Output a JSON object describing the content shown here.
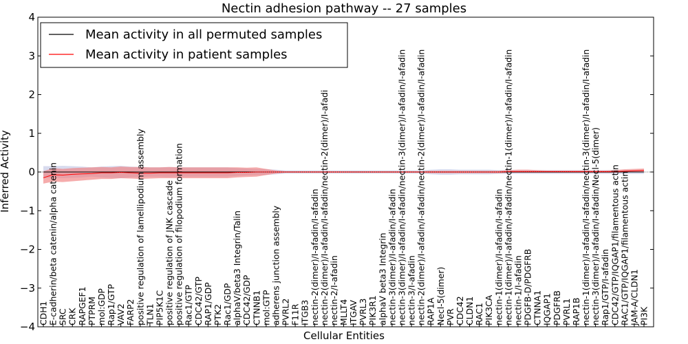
{
  "chart_data": {
    "type": "line",
    "title": "Nectin adhesion pathway -- 27 samples",
    "xlabel": "Cellular Entities",
    "ylabel": "Inferred Activity",
    "ylim": [
      -4,
      4
    ],
    "yticks": [
      -4,
      -3,
      -2,
      -1,
      0,
      1,
      2,
      3,
      4
    ],
    "legend_position": "top-left",
    "grid": false,
    "categories": [
      "CDH1",
      "E-cadherin/beta catenin/alpha catenin",
      "SRC",
      "CRK",
      "RAPGEF1",
      "PTPRM",
      "mol:GDP",
      "Rap1/GTP",
      "VAV2",
      "FARP2",
      "positive regulation of lamellipodium assembly",
      "TLN1",
      "PIP5K1C",
      "positive regulation of JNK cascade",
      "positive regulation of filopodium formation",
      "Rac1/GTP",
      "CDC42/GTP",
      "RAP1/GDP",
      "PTK2",
      "Rac1/GDP",
      "alphaV/beta3 Integrin/Talin",
      "CDC42/GDP",
      "CTNNB1",
      "mol:GTP",
      "adherens junction assembly",
      "PVRL2",
      "F11R",
      "ITGB3",
      "nectin-2(dimer)/I-afadin/I-afadin",
      "nectin-2(dimer)/I-afadin/I-afadin/nectin-2(dimer)/I-afadi",
      "nectin-2/I-afadin",
      "MLLT4",
      "ITGAV",
      "PVRL3",
      "PIK3R1",
      "alphaV beta3 Integrin",
      "nectin-3(dimer)/I-afadin/I-afadin",
      "nectin-3(dimer)/I-afadin/I-afadin/nectin-3(dimer)/I-afadin/I-afadin",
      "nectin-3/I-afadin",
      "nectin-2(dimer)/I-afadin/I-afadin/nectin-2(dimer)/I-afadin/I-afadin",
      "RAP1A",
      "Necl-5(dimer)",
      "PVR",
      "CDC42",
      "CLDN1",
      "RAC1",
      "PIK3CA",
      "nectin-1(dimer)/I-afadin/I-afadin",
      "nectin-1(dimer)/I-afadin/I-afadin/nectin-1(dimer)/I-afadin/I-afadin",
      "nectin-1/I-afadin",
      "PDGFB-D/PDGFRB",
      "CTNNA1",
      "IQGAP1",
      "PDGFRB",
      "PVRL1",
      "RAP1B",
      "nectin-1(dimer)/I-afadin/I-afadin/nectin-3(dimer)/I-afadin/I-afadin",
      "nectin-3(dimer)/I-afadin/I-afadin/Necl-5(dimer)",
      "Rap1/GTP/I-afadin",
      "CDC42/GTP/IQGAP1/filamentous actin",
      "RAC1/GTP/IQGAP1/filamentous actin",
      "JAM-A/CLDN1",
      "PI3K"
    ],
    "series": [
      {
        "name": "Mean activity in all permuted samples",
        "color": "#000000",
        "values": [
          0,
          0,
          0,
          0,
          0,
          0,
          0,
          0,
          0,
          0,
          0,
          0,
          0,
          0,
          0,
          0,
          0,
          0,
          0,
          0,
          0,
          0,
          0,
          0,
          0,
          0,
          0,
          0,
          0,
          0,
          0,
          0,
          0,
          0,
          0,
          0,
          0,
          0,
          0,
          0,
          0,
          0,
          0,
          0,
          0,
          0,
          0,
          0,
          0,
          0,
          0,
          0,
          0,
          0,
          0,
          0,
          0,
          0,
          0,
          0,
          0,
          0,
          0
        ],
        "band_low": [
          -0.15,
          -0.15,
          -0.16,
          -0.15,
          -0.14,
          -0.12,
          -0.14,
          -0.15,
          -0.16,
          -0.14,
          -0.13,
          -0.12,
          -0.12,
          -0.13,
          -0.12,
          -0.12,
          -0.12,
          -0.12,
          -0.12,
          -0.12,
          -0.1,
          -0.09,
          -0.08,
          -0.07,
          -0.06,
          -0.04,
          -0.04,
          -0.04,
          -0.04,
          -0.04,
          -0.04,
          -0.04,
          -0.04,
          -0.04,
          -0.04,
          -0.04,
          -0.04,
          -0.04,
          -0.04,
          -0.04,
          -0.06,
          -0.07,
          -0.07,
          -0.06,
          -0.06,
          -0.06,
          -0.06,
          -0.05,
          -0.05,
          -0.05,
          -0.05,
          -0.05,
          -0.05,
          -0.05,
          -0.05,
          -0.05,
          -0.05,
          -0.05,
          -0.05,
          -0.05,
          -0.05,
          -0.05,
          -0.05
        ],
        "band_high": [
          0.15,
          0.15,
          0.16,
          0.15,
          0.14,
          0.12,
          0.14,
          0.15,
          0.16,
          0.14,
          0.13,
          0.12,
          0.12,
          0.13,
          0.12,
          0.12,
          0.12,
          0.12,
          0.12,
          0.12,
          0.1,
          0.09,
          0.08,
          0.07,
          0.06,
          0.04,
          0.04,
          0.04,
          0.04,
          0.04,
          0.04,
          0.04,
          0.04,
          0.04,
          0.04,
          0.04,
          0.04,
          0.04,
          0.04,
          0.04,
          0.06,
          0.07,
          0.07,
          0.06,
          0.06,
          0.06,
          0.06,
          0.05,
          0.05,
          0.05,
          0.05,
          0.05,
          0.05,
          0.05,
          0.05,
          0.05,
          0.05,
          0.05,
          0.05,
          0.05,
          0.05,
          0.05,
          0.05
        ]
      },
      {
        "name": "Mean activity in patient samples",
        "color": "#ff0000",
        "values": [
          -0.15,
          -0.07,
          -0.08,
          -0.06,
          -0.05,
          -0.04,
          -0.02,
          -0.02,
          -0.01,
          -0.02,
          -0.03,
          -0.03,
          -0.02,
          -0.02,
          -0.02,
          -0.02,
          -0.02,
          -0.02,
          -0.02,
          -0.02,
          -0.01,
          -0.01,
          0,
          0,
          0,
          0,
          0,
          0,
          0,
          0,
          0,
          0,
          0,
          0,
          0,
          0,
          0,
          0,
          0,
          0,
          0,
          0,
          0,
          0,
          0,
          0,
          0,
          0,
          0.01,
          0.01,
          0.01,
          0.01,
          0.01,
          0.01,
          0.01,
          0.01,
          0.01,
          0.01,
          0.01,
          0.01,
          0.02,
          0.03,
          0.04
        ],
        "band_low": [
          -0.3,
          -0.25,
          -0.26,
          -0.24,
          -0.22,
          -0.2,
          -0.18,
          -0.18,
          -0.16,
          -0.17,
          -0.18,
          -0.17,
          -0.16,
          -0.16,
          -0.16,
          -0.16,
          -0.16,
          -0.16,
          -0.16,
          -0.16,
          -0.14,
          -0.13,
          -0.12,
          -0.08,
          -0.04,
          -0.02,
          -0.02,
          -0.02,
          -0.02,
          -0.02,
          -0.02,
          -0.02,
          -0.02,
          -0.02,
          -0.02,
          -0.02,
          -0.02,
          -0.02,
          -0.02,
          -0.02,
          -0.03,
          -0.03,
          -0.03,
          -0.03,
          -0.03,
          -0.03,
          -0.03,
          -0.03,
          -0.02,
          -0.02,
          -0.02,
          -0.02,
          -0.02,
          -0.02,
          -0.02,
          -0.02,
          -0.02,
          -0.02,
          -0.02,
          -0.02,
          -0.01,
          0,
          0
        ],
        "band_high": [
          0.02,
          0.1,
          0.08,
          0.1,
          0.11,
          0.12,
          0.13,
          0.12,
          0.14,
          0.13,
          0.13,
          0.12,
          0.12,
          0.13,
          0.12,
          0.12,
          0.12,
          0.12,
          0.12,
          0.12,
          0.12,
          0.11,
          0.12,
          0.08,
          0.04,
          0.02,
          0.02,
          0.02,
          0.02,
          0.02,
          0.02,
          0.02,
          0.02,
          0.02,
          0.02,
          0.02,
          0.02,
          0.02,
          0.02,
          0.02,
          0.03,
          0.03,
          0.03,
          0.03,
          0.03,
          0.03,
          0.03,
          0.03,
          0.05,
          0.06,
          0.06,
          0.05,
          0.04,
          0.04,
          0.04,
          0.04,
          0.04,
          0.04,
          0.04,
          0.05,
          0.07,
          0.08,
          0.09
        ]
      }
    ]
  }
}
